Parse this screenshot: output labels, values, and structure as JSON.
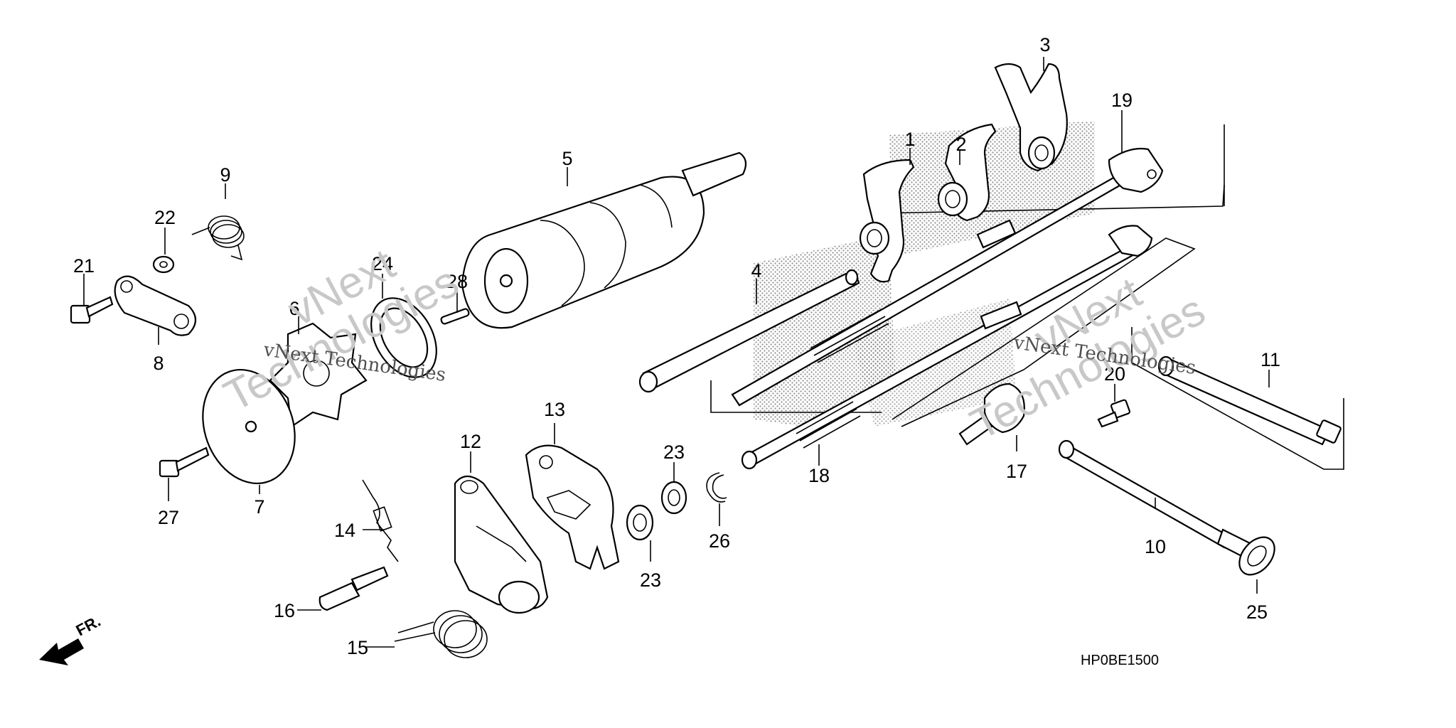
{
  "callouts": {
    "p1": "1",
    "p2": "2",
    "p3": "3",
    "p4": "4",
    "p5": "5",
    "p6": "6",
    "p7": "7",
    "p8": "8",
    "p9": "9",
    "p10": "10",
    "p11": "11",
    "p12": "12",
    "p13": "13",
    "p14": "14",
    "p15": "15",
    "p16": "16",
    "p17": "17",
    "p18": "18",
    "p19": "19",
    "p20": "20",
    "p21": "21",
    "p22": "22",
    "p23a": "23",
    "p23b": "23",
    "p24": "24",
    "p25": "25",
    "p26": "26",
    "p27": "27",
    "p28": "28"
  },
  "watermarks": {
    "left_brand": "vNext",
    "left_word": "Technologies",
    "left_line": "vNext Technologies",
    "right_brand": "vNext",
    "right_word": "Technologies",
    "right_line": "vNext Technologies"
  },
  "diagram_code": "HP0BE1500",
  "direction_label": "FR.",
  "colors": {
    "ink": "#000000",
    "paper": "#ffffff",
    "watermark": "#c8c8c8"
  }
}
